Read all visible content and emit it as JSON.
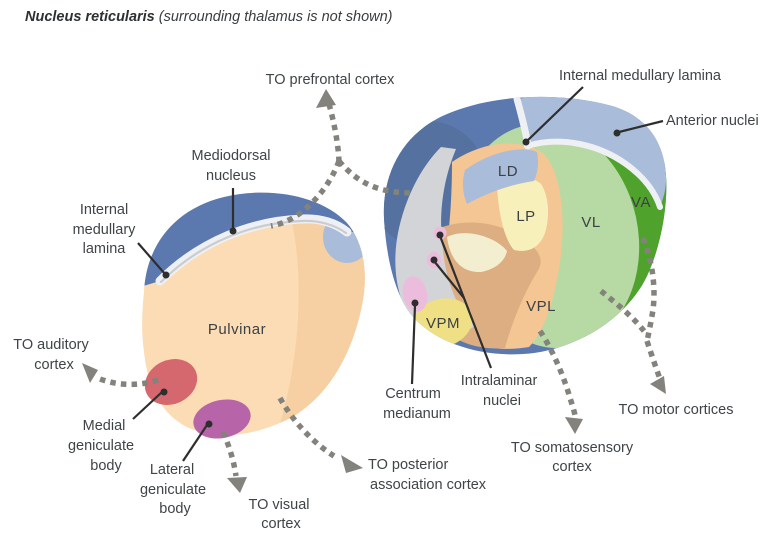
{
  "title": {
    "name": "Nucleus reticularis",
    "note": " (surrounding thalamus is not shown)"
  },
  "regions": {
    "ld": "LD",
    "lp": "LP",
    "vl": "VL",
    "va": "VA",
    "vpl": "VPL",
    "vpm": "VPM",
    "pulvinar": "Pulvinar"
  },
  "labels": {
    "prefrontal": [
      "TO prefrontal cortex"
    ],
    "iml_right": [
      "Internal medullary lamina"
    ],
    "anterior": [
      "Anterior nuclei"
    ],
    "mediodorsal": [
      "Mediodorsal",
      "nucleus"
    ],
    "iml_left": [
      "Internal",
      "medullary",
      "lamina"
    ],
    "auditory": [
      "TO auditory",
      "cortex"
    ],
    "mgb": [
      "Medial",
      "geniculate",
      "body"
    ],
    "lgb": [
      "Lateral",
      "geniculate",
      "body"
    ],
    "visual": [
      "TO visual",
      "cortex"
    ],
    "posterior": [
      "TO posterior",
      "association cortex"
    ],
    "centrum": [
      "Centrum",
      "medianum"
    ],
    "intralaminar": [
      "Intralaminar",
      "nuclei"
    ],
    "somatosensory": [
      "TO somatosensory",
      "cortex"
    ],
    "motor": [
      "TO motor cortices"
    ]
  },
  "colors": {
    "md_blue": "#5b79ae",
    "md_blue_dark": "#54719f",
    "light_blue": "#a9bcda",
    "lamina_white": "#eef0f3",
    "lamina_gray": "#c9ccd0",
    "cut_gray": "#d3d4d7",
    "peach_light": "#fbdcb5",
    "peach_dark": "#f6cfa2",
    "orange": "#f4c694",
    "tan": "#dcae81",
    "pale_yellow": "#f8f0ba",
    "cream": "#f2eecf",
    "yellow": "#efdf85",
    "green_light": "#b7d9a3",
    "green_dark": "#4fa32d",
    "pink": "#ebbcdc",
    "red": "#d5686e",
    "purple": "#b765a8",
    "arrow_gray": "#83827c",
    "line_black": "#2e2e2e"
  }
}
